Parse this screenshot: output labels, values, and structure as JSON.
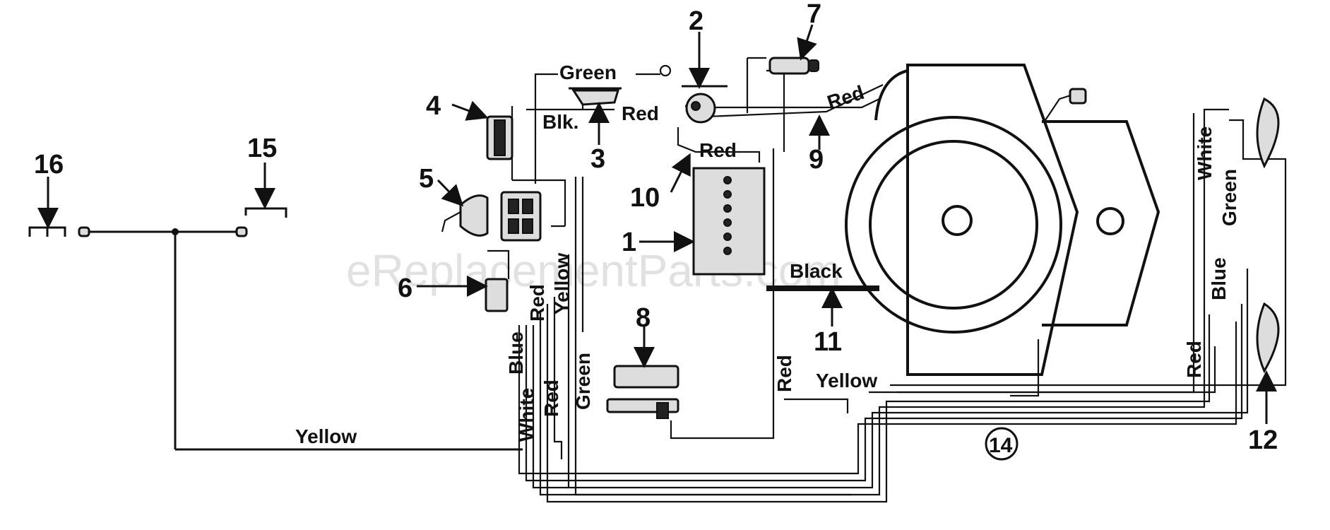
{
  "watermark": "eReplacementParts.com",
  "callouts": {
    "c1": "1",
    "c2": "2",
    "c3": "3",
    "c4": "4",
    "c5": "5",
    "c6": "6",
    "c7": "7",
    "c8": "8",
    "c9": "9",
    "c10": "10",
    "c11": "11",
    "c12": "12",
    "c14": "14",
    "c15": "15",
    "c16": "16"
  },
  "wire_labels": {
    "green_top": "Green",
    "blk": "Blk.",
    "red_switch": "Red",
    "red_top_right": "Red",
    "red_10": "Red",
    "black_11": "Black",
    "yellow_left": "Yellow",
    "yellow_bottom": "Yellow",
    "blue_left": "Blue",
    "red_left": "Red",
    "yellow_vert": "Yellow",
    "white_left": "White",
    "red_left2": "Red",
    "green_left": "Green",
    "red_center": "Red",
    "white_right": "White",
    "green_right": "Green",
    "blue_right": "Blue",
    "red_right": "Red"
  }
}
